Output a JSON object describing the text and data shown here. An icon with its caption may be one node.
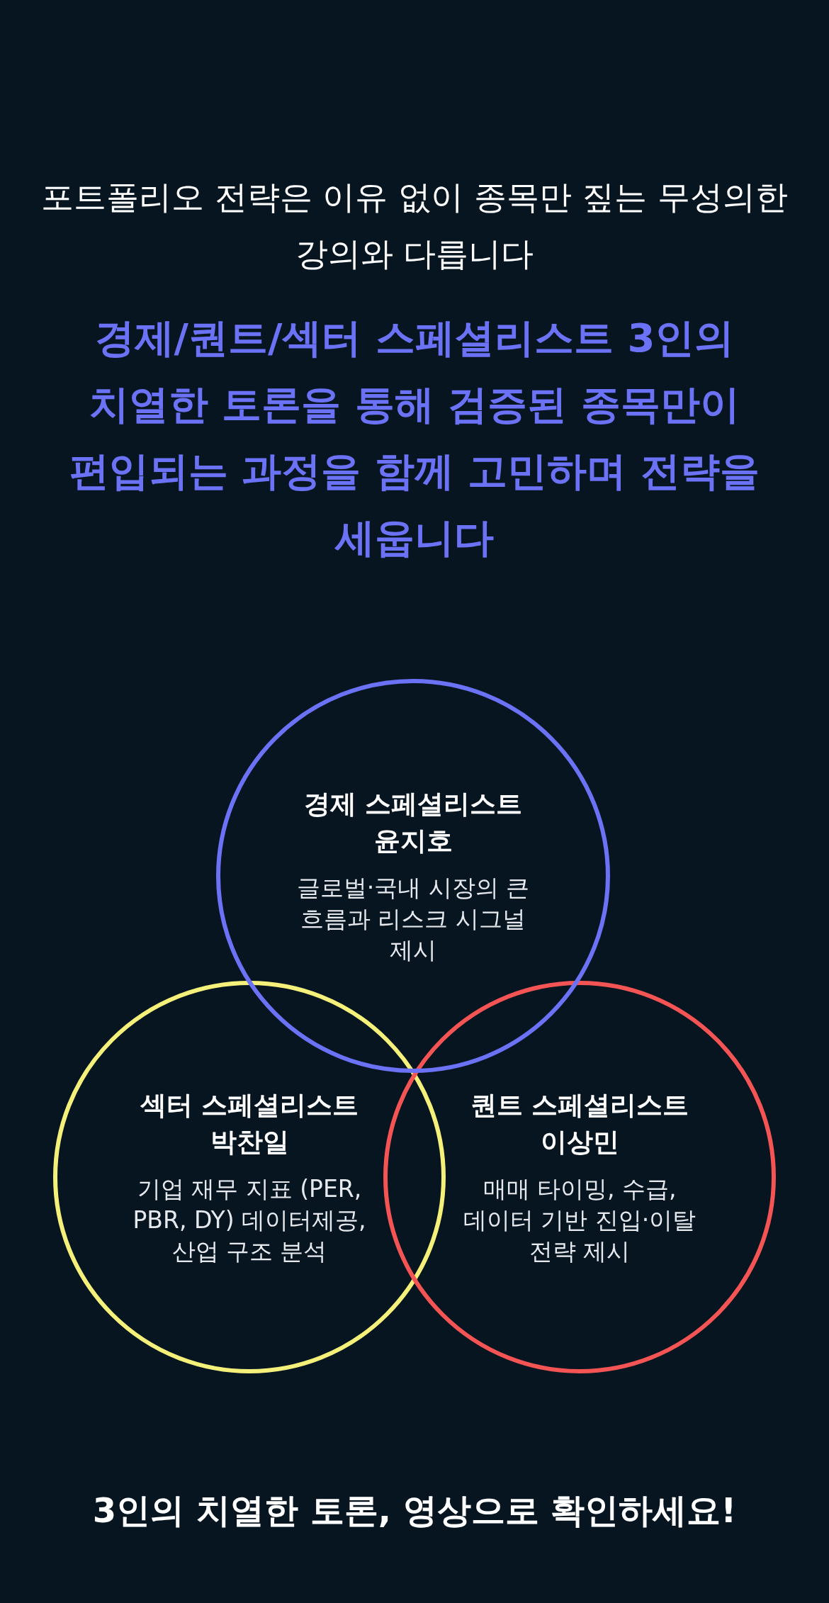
{
  "diagram": {
    "title": "포트폴리오 전략은 이유 없이 종목만 짚는 무성의한 강의와 다릅니다",
    "nodes": [
      {
        "text": [
          "경제 스페셜리스트 윤지호",
          "글로벌·국내 시장의 큰 흐름과 리스크 시그널 제시"
        ]
      },
      {
        "text": [
          "섹터 스페셜리스트 박찬일",
          "기업 재무 지표 (PER, PBR, DY) 데이터제공, 산업 구조 분석"
        ]
      },
      {
        "text": [
          "퀀트 스페셜리스트 이상민",
          "매매 타이밍, 수급, 데이터 기반 진입·이탈 전략 제시"
        ]
      }
    ],
    "edges": [],
    "labels": [
      "경제/퀀트/섹터 스페셜리스트 3인의 치열한 토론을 통해 검증된 종목만이 편입되는 과정을 함께 고민하며 전략을 세웁니다",
      "3인의 치열한 토론, 영상으로 확인하세요!"
    ]
  }
}
